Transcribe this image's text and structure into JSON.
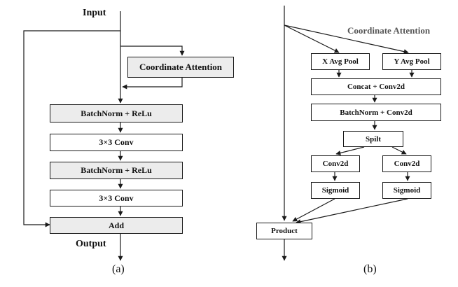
{
  "panel_a": {
    "input_label": "Input",
    "output_label": "Output",
    "caption": "(a)",
    "coordinate_attention": "Coordinate Attention",
    "batchnorm_relu_1": "BatchNorm + ReLu",
    "conv3x3_1": "3×3 Conv",
    "batchnorm_relu_2": "BatchNorm + ReLu",
    "conv3x3_2": "3×3 Conv",
    "add": "Add"
  },
  "panel_b": {
    "title": "Coordinate Attention",
    "caption": "(b)",
    "x_avg_pool": "X Avg Pool",
    "y_avg_pool": "Y Avg Pool",
    "concat_conv2d": "Concat + Conv2d",
    "batchnorm_conv2d": "BatchNorm + Conv2d",
    "split": "Spilt",
    "conv2d_left": "Conv2d",
    "conv2d_right": "Conv2d",
    "sigmoid_left": "Sigmoid",
    "sigmoid_right": "Sigmoid",
    "product": "Product"
  }
}
